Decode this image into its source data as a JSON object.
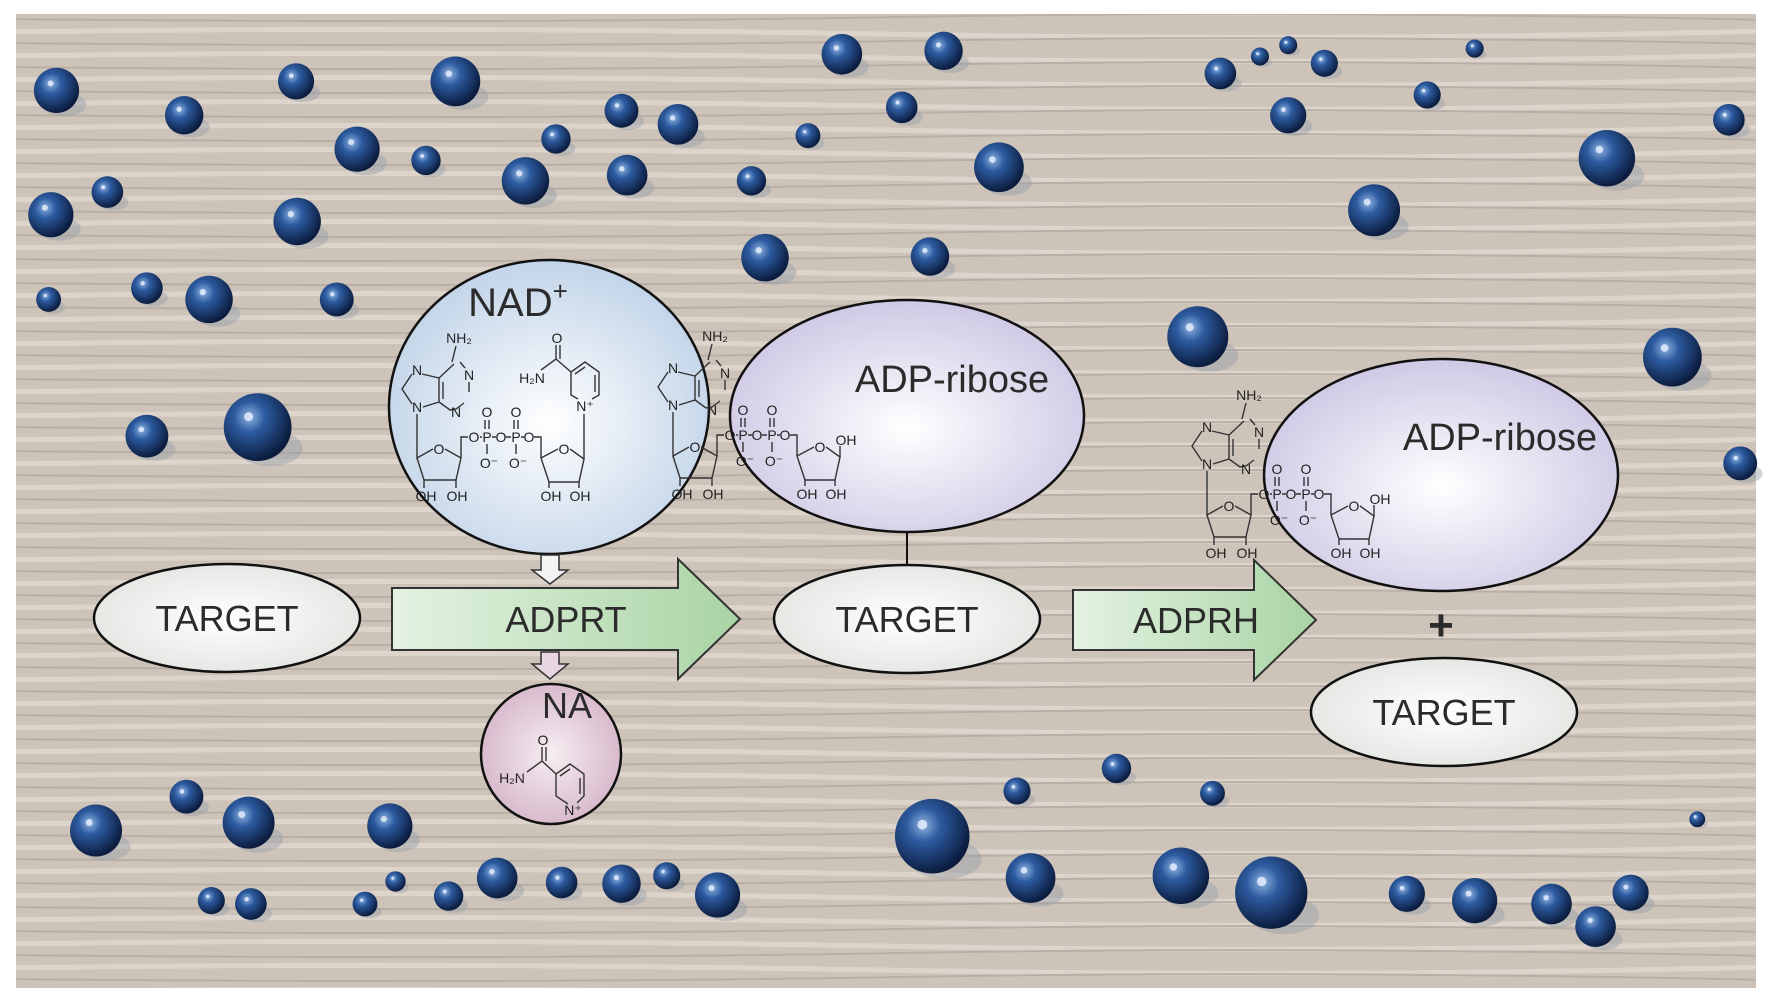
{
  "diagram": {
    "nad": {
      "title": "NAD",
      "charge": "+"
    },
    "adp_ribose_1": {
      "title": "ADP-ribose"
    },
    "adp_ribose_2": {
      "title": "ADP-ribose"
    },
    "na": {
      "title": "NA"
    },
    "targets": [
      "TARGET",
      "TARGET",
      "TARGET"
    ],
    "enzymes": {
      "adprt": "ADPRT",
      "adprh": "ADPRH"
    },
    "plus": "+",
    "atoms": {
      "amine": "NH₂",
      "amide_n": "H₂N",
      "n": "N",
      "n_plus": "N⁺",
      "o": "O",
      "p": "P",
      "o_minus": "O⁻",
      "oh": "OH"
    }
  },
  "colors": {
    "nad_fill": "#c9d8ea",
    "adp_fill": "#d3cde6",
    "na_fill": "#dcbfd0",
    "target_fill": "#ececea",
    "arrow_fill": "#b9dcb5"
  }
}
